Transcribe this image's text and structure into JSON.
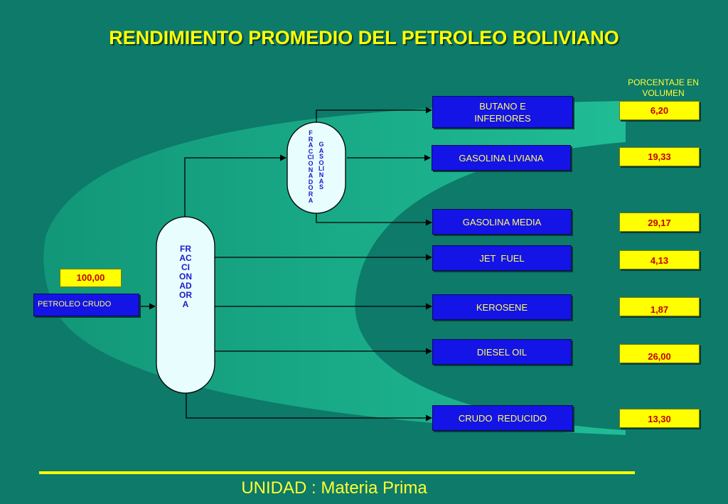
{
  "title": "RENDIMIENTO PROMEDIO DEL PETROLEO BOLIVIANO",
  "percentage_header": "PORCENTAJE EN VOLUMEN",
  "input": {
    "label": "PETROLEO CRUDO",
    "value": "100,00"
  },
  "main_column": {
    "label": "FRACCIONADORA"
  },
  "gasoline_column": {
    "label_left": "FRACCIONADORA",
    "label_right": "GASOLINAS"
  },
  "products": [
    {
      "name": "BUTANO E INFERIORES",
      "value": "6,20"
    },
    {
      "name": "GASOLINA LIVIANA",
      "value": "19,33"
    },
    {
      "name": "GASOLINA MEDIA",
      "value": "29,17"
    },
    {
      "name": "JET  FUEL",
      "value": "4,13"
    },
    {
      "name": "KEROSENE",
      "value": "1,87"
    },
    {
      "name": "DIESEL OIL",
      "value": "26,00"
    },
    {
      "name": "CRUDO  REDUCIDO",
      "value": "13,30"
    }
  ],
  "footer": "UNIDAD : Materia Prima",
  "colors": {
    "background": "#0d7a6a",
    "swoosh": "#19b58c",
    "product_box": "#1414e6",
    "value_box": "#ffff00",
    "title": "#ffff00"
  }
}
